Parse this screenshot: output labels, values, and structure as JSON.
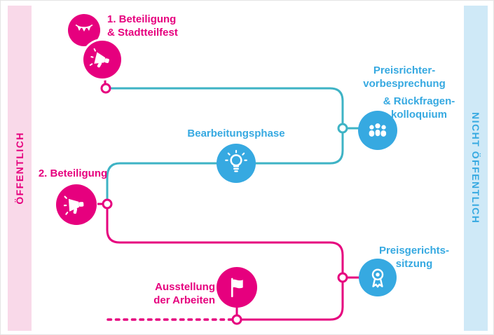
{
  "bands": {
    "left": {
      "label": "ÖFFENTLICH",
      "color": "#e6007e",
      "background": "#f9d9e9"
    },
    "right": {
      "label": "NICHT ÖFFENTLICH",
      "color": "#36a9e1",
      "background": "#cfe9f7"
    }
  },
  "steps": {
    "participation1": {
      "line1": "1. Beteiligung",
      "line2": "& Stadtteilfest",
      "icons": [
        "garland-icon",
        "megaphone-icon"
      ],
      "color": "#e6007e"
    },
    "jury_briefing": {
      "line1": "Preisrichter-",
      "line2": "vorbesprechung",
      "line3": "& Rückfragen-",
      "line4": "kolloquium",
      "icon": "people-icon",
      "color": "#36a9e1"
    },
    "working_phase": {
      "label": "Bearbeitungsphase",
      "icon": "lightbulb-icon",
      "color": "#36a9e1"
    },
    "participation2": {
      "label": "2. Beteiligung",
      "icon": "megaphone-icon",
      "color": "#e6007e"
    },
    "jury_session": {
      "line1": "Preisgerichts-",
      "line2": "sitzung",
      "icon": "medal-icon",
      "color": "#36a9e1"
    },
    "exhibition": {
      "line1": "Ausstellung",
      "line2": "der Arbeiten",
      "icon": "flag-icon",
      "color": "#e6007e"
    }
  },
  "connectors": {
    "teal": "#3eb3c5",
    "pink": "#e6007e"
  }
}
